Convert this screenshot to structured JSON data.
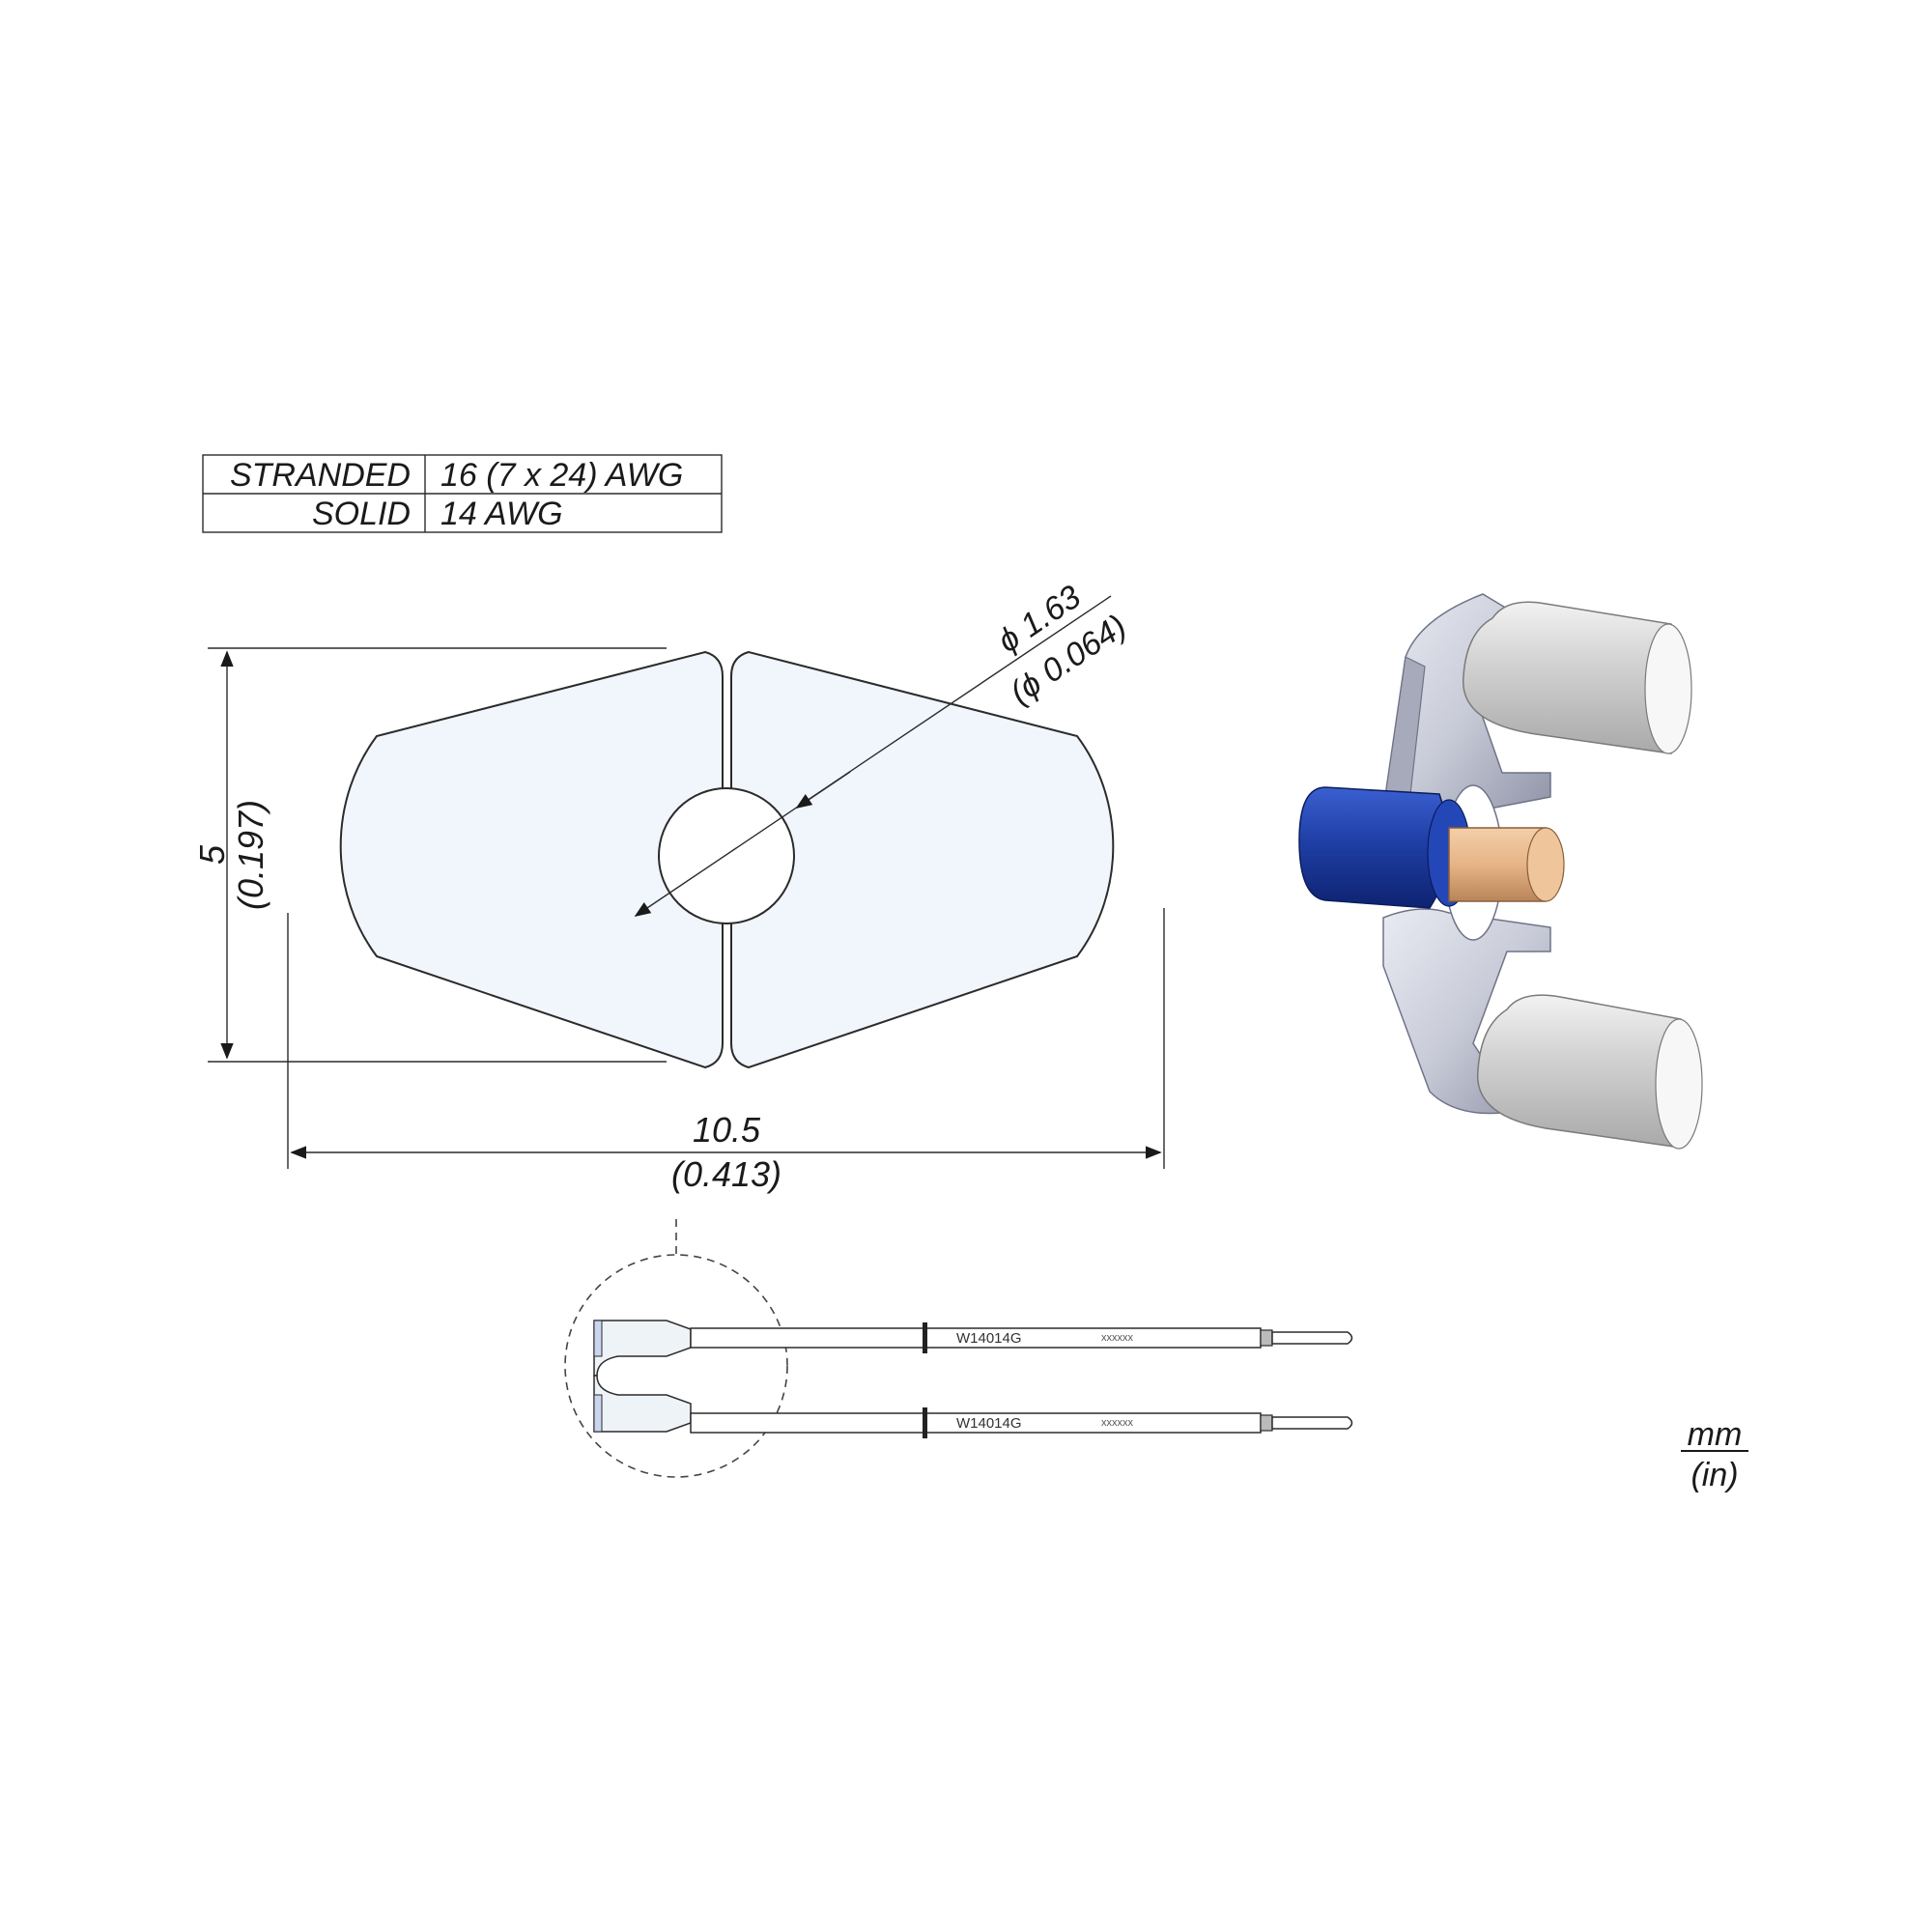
{
  "spec_table": {
    "rows": [
      {
        "label": "STRANDED",
        "value": "16 (7 x 24) AWG"
      },
      {
        "label": "SOLID",
        "value": "14 AWG"
      }
    ]
  },
  "dimensions": {
    "height": {
      "mm": "5",
      "in": "(0.197)"
    },
    "width": {
      "mm": "10.5",
      "in": "(0.413)"
    },
    "hole_diameter": {
      "mm": "ϕ 1.63",
      "in": "(ϕ 0.064)"
    }
  },
  "tips": {
    "top": {
      "model": "W14014G",
      "serial": "xxxxxx"
    },
    "bottom": {
      "model": "W14014G",
      "serial": "xxxxxx"
    }
  },
  "units": {
    "primary": "mm",
    "secondary": "(in)"
  },
  "colors": {
    "profile_fill": "#f0f6fc",
    "insulation_blue": "#1f3fa6",
    "copper": "#e6b486",
    "tip_grey": "#d2d2d2",
    "bracket": "#c9ccd8"
  }
}
